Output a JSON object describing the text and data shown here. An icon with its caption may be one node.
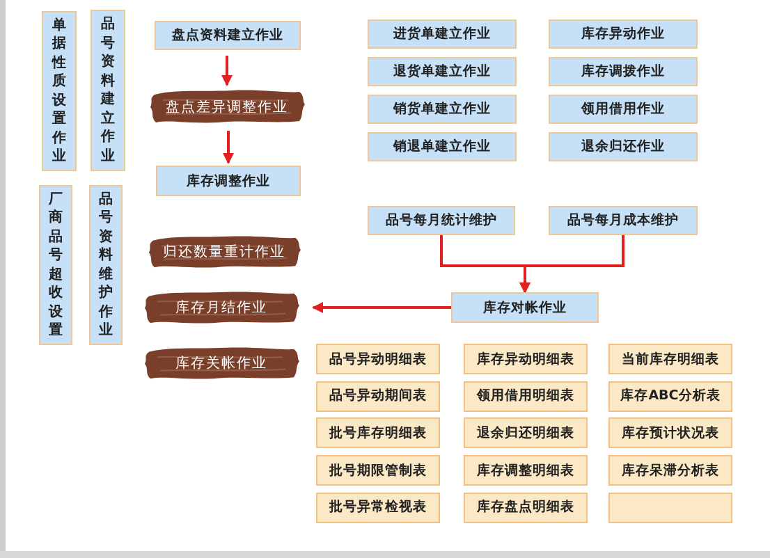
{
  "diagram": {
    "nodes": [
      {
        "text": [
          "单据性质设置作业"
        ]
      },
      {
        "text": [
          "品号资料建立作业"
        ]
      },
      {
        "text": [
          "厂商品号超收设置"
        ]
      },
      {
        "text": [
          "品号资料维护作业"
        ]
      },
      {
        "text": [
          "盘点资料建立作业"
        ]
      },
      {
        "text": [
          "盘点差异调整作业"
        ]
      },
      {
        "text": [
          "库存调整作业"
        ]
      },
      {
        "text": [
          "归还数量重计作业"
        ]
      },
      {
        "text": [
          "库存月结作业"
        ]
      },
      {
        "text": [
          "库存关帐作业"
        ]
      },
      {
        "text": [
          "进货单建立作业"
        ]
      },
      {
        "text": [
          "库存异动作业"
        ]
      },
      {
        "text": [
          "退货单建立作业"
        ]
      },
      {
        "text": [
          "库存调拨作业"
        ]
      },
      {
        "text": [
          "销货单建立作业"
        ]
      },
      {
        "text": [
          "领用借用作业"
        ]
      },
      {
        "text": [
          "销退单建立作业"
        ]
      },
      {
        "text": [
          "退余归还作业"
        ]
      },
      {
        "text": [
          "品号每月统计维护"
        ]
      },
      {
        "text": [
          "品号每月成本维护"
        ]
      },
      {
        "text": [
          "库存对帐作业"
        ]
      },
      {
        "text": [
          "品号异动明细表"
        ]
      },
      {
        "text": [
          "库存异动明细表"
        ]
      },
      {
        "text": [
          "当前库存明细表"
        ]
      },
      {
        "text": [
          "品号异动期间表"
        ]
      },
      {
        "text": [
          "领用借用明细表"
        ]
      },
      {
        "text": [
          "库存ABC分析表"
        ]
      },
      {
        "text": [
          "批号库存明细表"
        ]
      },
      {
        "text": [
          "退余归还明细表"
        ]
      },
      {
        "text": [
          "库存预计状况表"
        ]
      },
      {
        "text": [
          "批号期限管制表"
        ]
      },
      {
        "text": [
          "库存调整明细表"
        ]
      },
      {
        "text": [
          "库存呆滞分析表"
        ]
      },
      {
        "text": [
          "批号异常检视表"
        ]
      },
      {
        "text": [
          "库存盘点明细表"
        ]
      },
      {
        "text": [],
        "shape": "box"
      }
    ],
    "edges": [
      {
        "from": 4,
        "to": 5,
        "arrow": "to"
      },
      {
        "from": 5,
        "to": 6,
        "arrow": "to"
      },
      {
        "from": 18,
        "to": 20,
        "arrow": "to"
      },
      {
        "from": 19,
        "to": 20,
        "arrow": "to"
      },
      {
        "from": 20,
        "to": 8,
        "arrow": "to"
      }
    ]
  }
}
